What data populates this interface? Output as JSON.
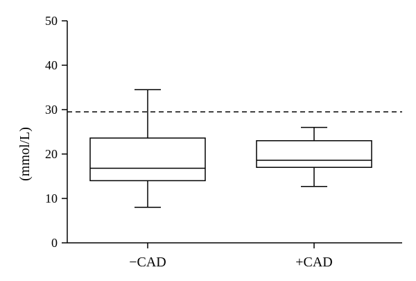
{
  "chart_data": {
    "type": "boxplot",
    "categories": [
      "−CAD",
      "+CAD"
    ],
    "boxes": [
      {
        "category": "−CAD",
        "min": 8.0,
        "q1": 14.0,
        "median": 16.8,
        "q3": 23.6,
        "max": 34.5
      },
      {
        "category": "+CAD",
        "min": 12.7,
        "q1": 17.0,
        "median": 18.6,
        "q3": 23.0,
        "max": 26.0
      }
    ],
    "reference_line": {
      "y": 29.5,
      "style": "dashed"
    },
    "title": "",
    "xlabel": "",
    "ylabel": "(mmol/L)",
    "ylim": [
      0,
      50
    ],
    "yticks": [
      0,
      10,
      20,
      30,
      40,
      50
    ],
    "grid": false,
    "colors": {
      "stroke": "#000000",
      "fill": "#ffffff"
    }
  }
}
